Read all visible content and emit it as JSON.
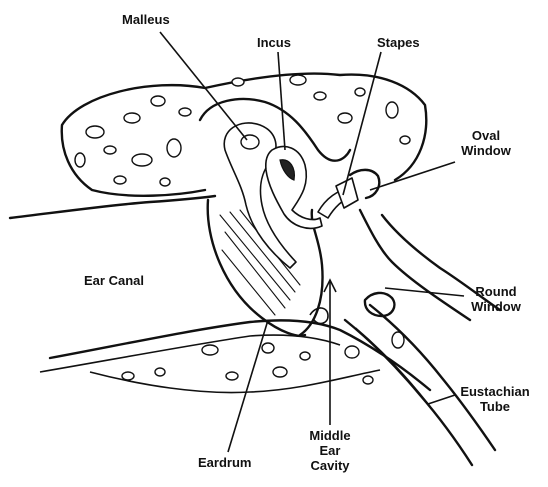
{
  "labels": {
    "malleus": "Malleus",
    "incus": "Incus",
    "stapes": "Stapes",
    "oval_window": [
      "Oval",
      "Window"
    ],
    "ear_canal": "Ear Canal",
    "round_window": [
      "Round",
      "Window"
    ],
    "eustachian_tube": [
      "Eustachian",
      "Tube"
    ],
    "eardrum": "Eardrum",
    "middle_ear_cavity": [
      "Middle",
      "Ear",
      "Cavity"
    ]
  }
}
